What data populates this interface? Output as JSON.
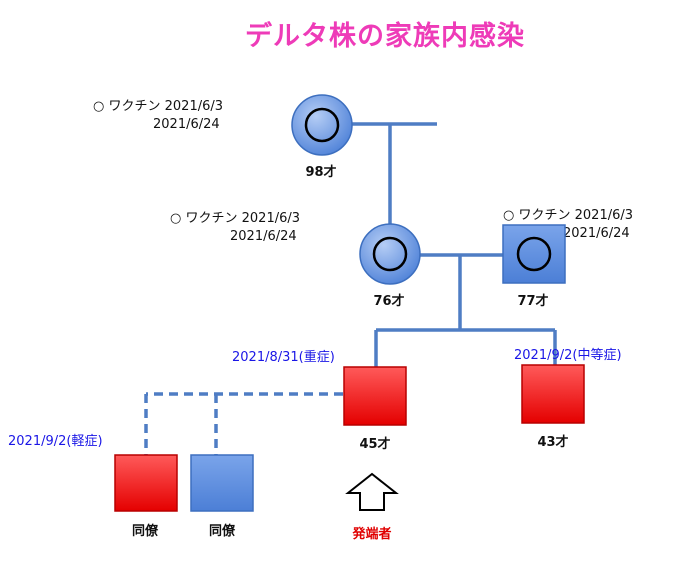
{
  "title": "デルタ株の家族内感染",
  "vaccination": {
    "grandparent": {
      "label": "ワクチン",
      "date1": "2021/6/3",
      "date2": "2021/6/24"
    },
    "father": {
      "label": "ワクチン",
      "date1": "2021/6/3",
      "date2": "2021/6/24"
    },
    "mother": {
      "label": "ワクチン",
      "date1": "2021/6/3",
      "date2": "2021/6/24"
    }
  },
  "ages": {
    "grandparent": "98才",
    "father": "76才",
    "mother": "77才",
    "son1": "45才",
    "son2": "43才"
  },
  "infection_dates": {
    "son1": "2021/8/31(重症)",
    "son2": "2021/9/2(中等症)",
    "coworkers": "2021/9/2(軽症)"
  },
  "coworker_labels": [
    "同僚",
    "同僚"
  ],
  "index_case_label": "発端者",
  "colors": {
    "title": "#ee3bb8",
    "infected": "#ff1a1a",
    "uninfected": "#5b8de0",
    "line": "#4f7dc4",
    "date_text": "#1a16e6",
    "index_label": "#e00000"
  }
}
